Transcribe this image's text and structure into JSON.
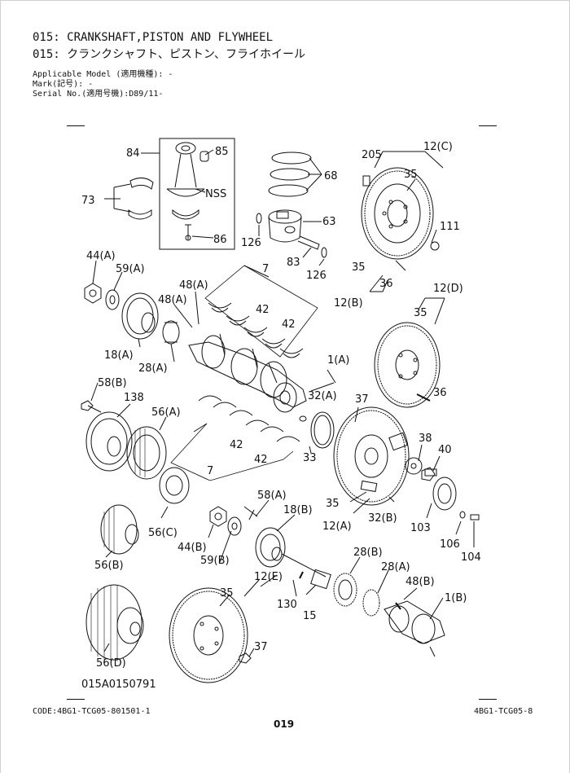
{
  "header": {
    "title_en": "015: CRANKSHAFT,PISTON AND FLYWHEEL",
    "title_jp": "015: クランクシャフト、ピストン、フライホイール",
    "applicable_model": "Applicable Model (適用機種): -",
    "mark": "Mark(記号): -",
    "serial_no": "Serial No.(適用号機):D89/11-"
  },
  "callouts": {
    "c84": "84",
    "c85": "85",
    "c73": "73",
    "nss": "NSS",
    "c86": "86",
    "c68": "68",
    "c63": "63",
    "c126a": "126",
    "c83": "83",
    "c126b": "126",
    "c205": "205",
    "c12c": "12(C)",
    "c35a": "35",
    "c111": "111",
    "c35b": "35",
    "c36a": "36",
    "c12b": "12(B)",
    "c44a": "44(A)",
    "c59a": "59(A)",
    "c48a1": "48(A)",
    "c48a2": "48(A)",
    "c7a": "7",
    "c42a": "42",
    "c42b": "42",
    "c18a": "18(A)",
    "c28a": "28(A)",
    "c12d": "12(D)",
    "c35c": "35",
    "c1a": "1(A)",
    "c32a": "32(A)",
    "c36b": "36",
    "c58b": "58(B)",
    "c138": "138",
    "c56a": "56(A)",
    "c37a": "37",
    "c33": "33",
    "c42c": "42",
    "c42d": "42",
    "c7b": "7",
    "c38": "38",
    "c40": "40",
    "c56c": "56(C)",
    "c35d": "35",
    "c12a": "12(A)",
    "c32b": "32(B)",
    "c103": "103",
    "c58a": "58(A)",
    "c18b": "18(B)",
    "c44b": "44(B)",
    "c59b": "59(B)",
    "c106": "106",
    "c104": "104",
    "c56b": "56(B)",
    "c12e": "12(E)",
    "c28b": "28(B)",
    "c28a2": "28(A)",
    "c48b": "48(B)",
    "c35e": "35",
    "c130": "130",
    "c15": "15",
    "c1b": "1(B)",
    "c56d": "56(D)",
    "c37b": "37"
  },
  "figure_id": "015A0150791",
  "footer": {
    "code": "CODE:4BG1-TCG05-801501-1",
    "page": "019",
    "ref": "4BG1-TCG05-8"
  }
}
